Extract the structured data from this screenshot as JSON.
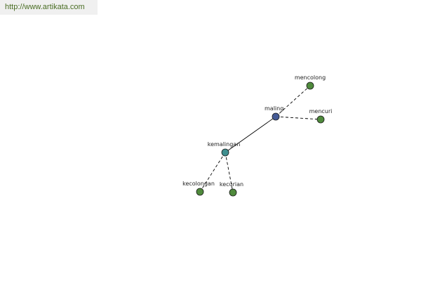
{
  "banner": {
    "url": "http://www.artikata.com"
  },
  "graph": {
    "nodes": [
      {
        "id": "maling",
        "label": "maling",
        "color": "#445a95"
      },
      {
        "id": "mencolong",
        "label": "mencolong",
        "color": "#4f8a3c"
      },
      {
        "id": "mencuri",
        "label": "mencuri",
        "color": "#4f8a3c"
      },
      {
        "id": "kemalingan",
        "label": "kemalingan",
        "color": "#3f8f8f"
      },
      {
        "id": "kecolongan",
        "label": "kecolongan",
        "color": "#4f8a3c"
      },
      {
        "id": "kecurian",
        "label": "kecurian",
        "color": "#4f8a3c"
      }
    ],
    "edges": [
      {
        "from": "maling",
        "to": "kemalingan",
        "style": "solid"
      },
      {
        "from": "maling",
        "to": "mencolong",
        "style": "dashed"
      },
      {
        "from": "maling",
        "to": "mencuri",
        "style": "dashed"
      },
      {
        "from": "kemalingan",
        "to": "kecolongan",
        "style": "dashed"
      },
      {
        "from": "kemalingan",
        "to": "kecurian",
        "style": "dashed"
      }
    ]
  }
}
